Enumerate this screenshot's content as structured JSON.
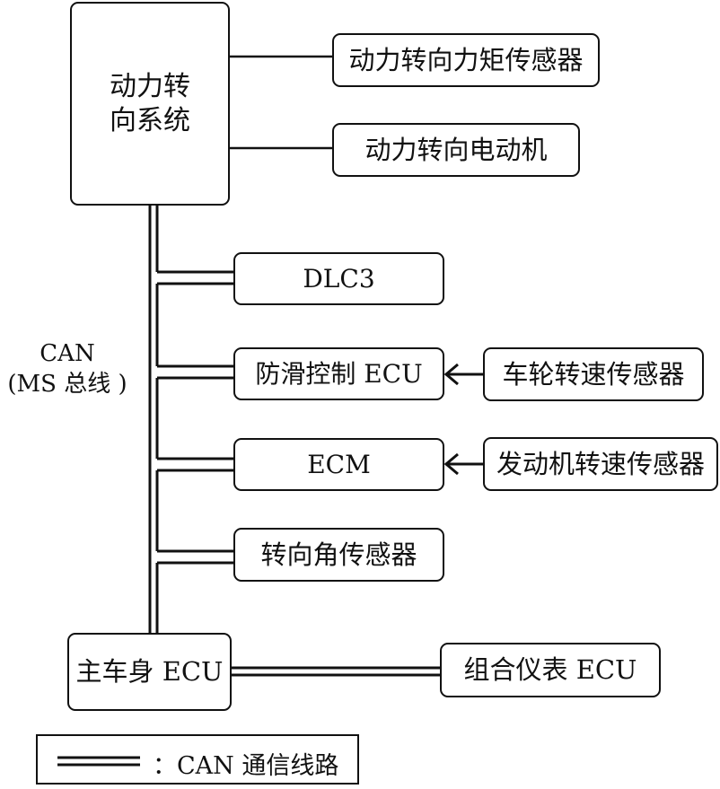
{
  "title": "CAN (MS bus) network diagram of power steering system",
  "nodes": {
    "power_steering_system": "动力转\n向系统",
    "torque_sensor": "动力转向力矩传感器",
    "steering_motor": "动力转向电动机",
    "dlc3": "DLC3",
    "skid_control_ecu": "防滑控制 ECU",
    "wheel_speed_sensor": "车轮转速传感器",
    "ecm": "ECM",
    "engine_speed_sensor": "发动机转速传感器",
    "steering_angle_sensor": "转向角传感器",
    "main_body_ecu": "主车身 ECU",
    "combination_meter_ecu": "组合仪表 ECU"
  },
  "bus_label": {
    "line1": "CAN",
    "line2": "(MS 总线 )"
  },
  "legend": {
    "symbol": "double-line",
    "text": "：CAN 通信线路"
  },
  "connections": [
    {
      "from": "torque_sensor",
      "to": "power_steering_system",
      "type": "single-line"
    },
    {
      "from": "steering_motor",
      "to": "power_steering_system",
      "type": "single-line"
    },
    {
      "from": "power_steering_system",
      "to": "main_body_ecu",
      "type": "can-bus"
    },
    {
      "from": "dlc3",
      "to": "can-bus",
      "type": "can-bus"
    },
    {
      "from": "skid_control_ecu",
      "to": "can-bus",
      "type": "can-bus"
    },
    {
      "from": "ecm",
      "to": "can-bus",
      "type": "can-bus"
    },
    {
      "from": "steering_angle_sensor",
      "to": "can-bus",
      "type": "can-bus"
    },
    {
      "from": "main_body_ecu",
      "to": "combination_meter_ecu",
      "type": "can-bus"
    },
    {
      "from": "wheel_speed_sensor",
      "to": "skid_control_ecu",
      "type": "arrow"
    },
    {
      "from": "engine_speed_sensor",
      "to": "ecm",
      "type": "arrow"
    }
  ]
}
